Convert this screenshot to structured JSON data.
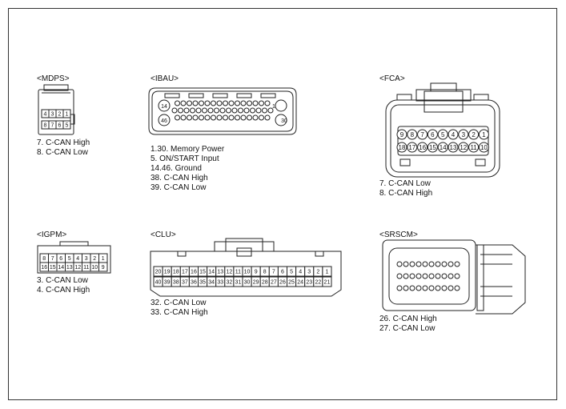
{
  "connectors": {
    "mdps": {
      "title": "<MDPS>",
      "pins_top": [
        "4",
        "3",
        "2",
        "1"
      ],
      "pins_bottom": [
        "8",
        "7",
        "6",
        "5"
      ],
      "notes": [
        "7. C-CAN High",
        "8. C-CAN Low"
      ]
    },
    "ibau": {
      "title": "<IBAU>",
      "pin_left_top": "14",
      "pin_left_bottom": "46",
      "pin_right_top": "1",
      "pin_right_bottom": "30",
      "notes": [
        "1.30. Memory Power",
        "5. ON/START Input",
        "14.46. Ground",
        "38. C-CAN High",
        "39. C-CAN Low"
      ]
    },
    "fca": {
      "title": "<FCA>",
      "pins_top": [
        "9",
        "8",
        "7",
        "6",
        "5",
        "4",
        "3",
        "2",
        "1"
      ],
      "pins_bottom": [
        "18",
        "17",
        "16",
        "15",
        "14",
        "13",
        "12",
        "11",
        "10"
      ],
      "notes": [
        "7. C-CAN Low",
        "8. C-CAN High"
      ]
    },
    "igpm": {
      "title": "<IGPM>",
      "pins_top": [
        "8",
        "7",
        "6",
        "5",
        "4",
        "3",
        "2",
        "1"
      ],
      "pins_bottom": [
        "16",
        "15",
        "14",
        "13",
        "12",
        "11",
        "10",
        "9"
      ],
      "notes": [
        "3. C-CAN Low",
        "4. C-CAN High"
      ]
    },
    "clu": {
      "title": "<CLU>",
      "pins_top": [
        "20",
        "19",
        "18",
        "17",
        "16",
        "15",
        "14",
        "13",
        "12",
        "11",
        "10",
        "9",
        "8",
        "7",
        "6",
        "5",
        "4",
        "3",
        "2",
        "1"
      ],
      "pins_bottom": [
        "40",
        "39",
        "38",
        "37",
        "36",
        "35",
        "34",
        "33",
        "32",
        "31",
        "30",
        "29",
        "28",
        "27",
        "26",
        "25",
        "24",
        "23",
        "22",
        "21"
      ],
      "notes": [
        "32. C-CAN Low",
        "33. C-CAN High"
      ]
    },
    "srscm": {
      "title": "<SRSCM>",
      "notes": [
        "26. C-CAN High",
        "27. C-CAN Low"
      ]
    }
  }
}
